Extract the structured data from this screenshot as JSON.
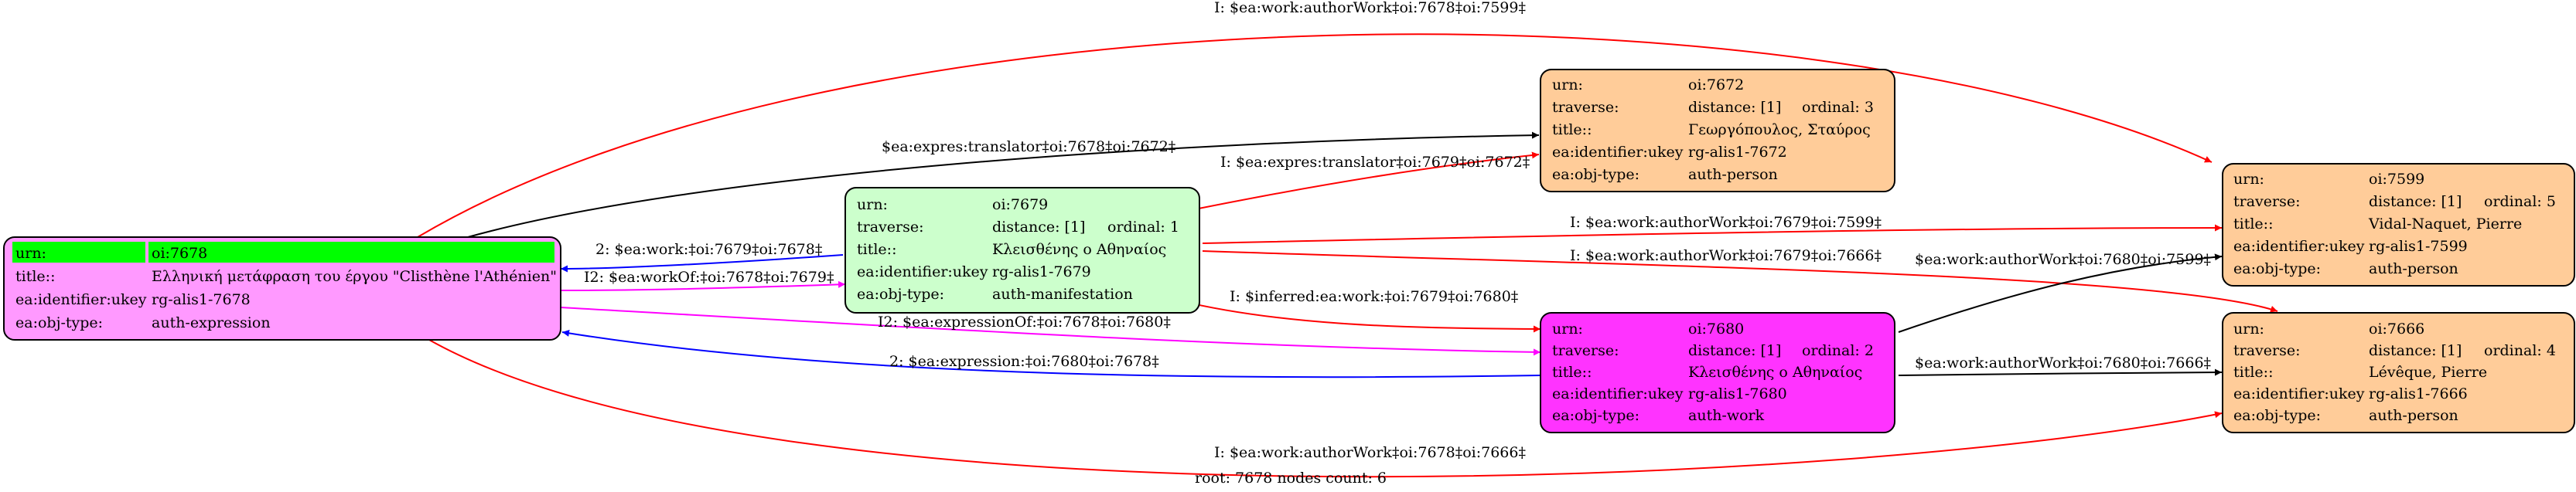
{
  "colors": {
    "red": "#ff0000",
    "black": "#000000",
    "blue": "#0000ff",
    "magenta": "#ff00ff",
    "header_green": "#00ff00"
  },
  "nodes": [
    {
      "id": "7678",
      "fill": "#ff99ff",
      "header_fill": "#00ff00",
      "rows": [
        {
          "key": "urn:",
          "value": "oi:7678"
        },
        {
          "key": "title::",
          "value": "Ελληνική μετάφραση του έργου \"Clisthène l'Athénien\""
        },
        {
          "key": "ea:identifier:ukey",
          "value": "rg-alis1-7678"
        },
        {
          "key": "ea:obj-type:",
          "value": "auth-expression"
        }
      ]
    },
    {
      "id": "7679",
      "fill": "#ccffcc",
      "rows": [
        {
          "key": "urn:",
          "value": "oi:7679"
        },
        {
          "key": "traverse:",
          "value": "distance: [1]",
          "extra": "ordinal: 1"
        },
        {
          "key": "title::",
          "value": "Κλεισθένης ο Αθηναίος"
        },
        {
          "key": "ea:identifier:ukey",
          "value": "rg-alis1-7679"
        },
        {
          "key": "ea:obj-type:",
          "value": "auth-manifestation"
        }
      ]
    },
    {
      "id": "7672",
      "fill": "#ffcc99",
      "rows": [
        {
          "key": "urn:",
          "value": "oi:7672"
        },
        {
          "key": "traverse:",
          "value": "distance: [1]",
          "extra": "ordinal: 3"
        },
        {
          "key": "title::",
          "value": "Γεωργόπουλος, Σταύρος"
        },
        {
          "key": "ea:identifier:ukey",
          "value": "rg-alis1-7672"
        },
        {
          "key": "ea:obj-type:",
          "value": "auth-person"
        }
      ]
    },
    {
      "id": "7680",
      "fill": "#ff33ff",
      "rows": [
        {
          "key": "urn:",
          "value": "oi:7680"
        },
        {
          "key": "traverse:",
          "value": "distance: [1]",
          "extra": "ordinal: 2"
        },
        {
          "key": "title::",
          "value": "Κλεισθένης ο Αθηναίος"
        },
        {
          "key": "ea:identifier:ukey",
          "value": "rg-alis1-7680"
        },
        {
          "key": "ea:obj-type:",
          "value": "auth-work"
        }
      ]
    },
    {
      "id": "7599",
      "fill": "#ffcc99",
      "rows": [
        {
          "key": "urn:",
          "value": "oi:7599"
        },
        {
          "key": "traverse:",
          "value": "distance: [1]",
          "extra": "ordinal: 5"
        },
        {
          "key": "title::",
          "value": "Vidal-Naquet, Pierre"
        },
        {
          "key": "ea:identifier:ukey",
          "value": "rg-alis1-7599"
        },
        {
          "key": "ea:obj-type:",
          "value": "auth-person"
        }
      ]
    },
    {
      "id": "7666",
      "fill": "#ffcc99",
      "rows": [
        {
          "key": "urn:",
          "value": "oi:7666"
        },
        {
          "key": "traverse:",
          "value": "distance: [1]",
          "extra": "ordinal: 4"
        },
        {
          "key": "title::",
          "value": "Lévêque, Pierre"
        },
        {
          "key": "ea:identifier:ukey",
          "value": "rg-alis1-7666"
        },
        {
          "key": "ea:obj-type:",
          "value": "auth-person"
        }
      ]
    }
  ],
  "edges": [
    {
      "from": "7678",
      "to": "7599",
      "color": "red",
      "label": "I: $ea:work:authorWork‡oi:7678‡oi:7599‡"
    },
    {
      "from": "7678",
      "to": "7672",
      "color": "black",
      "label": "$ea:expres:translator‡oi:7678‡oi:7672‡"
    },
    {
      "from": "7679",
      "to": "7672",
      "color": "red",
      "label": "I: $ea:expres:translator‡oi:7679‡oi:7672‡"
    },
    {
      "from": "7679",
      "to": "7678",
      "color": "blue",
      "label": "2: $ea:work:‡oi:7679‡oi:7678‡"
    },
    {
      "from": "7678",
      "to": "7679",
      "color": "magenta",
      "label": "I2: $ea:workOf:‡oi:7678‡oi:7679‡"
    },
    {
      "from": "7679",
      "to": "7599",
      "color": "red",
      "label": "I: $ea:work:authorWork‡oi:7679‡oi:7599‡"
    },
    {
      "from": "7679",
      "to": "7666",
      "color": "red",
      "label": "I: $ea:work:authorWork‡oi:7679‡oi:7666‡"
    },
    {
      "from": "7679",
      "to": "7680",
      "color": "red",
      "label": "I: $inferred:ea:work:‡oi:7679‡oi:7680‡"
    },
    {
      "from": "7678",
      "to": "7680",
      "color": "magenta",
      "label": "I2: $ea:expressionOf:‡oi:7678‡oi:7680‡"
    },
    {
      "from": "7680",
      "to": "7678",
      "color": "blue",
      "label": "2: $ea:expression:‡oi:7680‡oi:7678‡"
    },
    {
      "from": "7680",
      "to": "7599",
      "color": "black",
      "label": "$ea:work:authorWork‡oi:7680‡oi:7599‡"
    },
    {
      "from": "7680",
      "to": "7666",
      "color": "black",
      "label": "$ea:work:authorWork‡oi:7680‡oi:7666‡"
    },
    {
      "from": "7678",
      "to": "7666",
      "color": "red",
      "label": "I: $ea:work:authorWork‡oi:7678‡oi:7666‡"
    }
  ],
  "footer": "root: 7678 nodes count: 6"
}
